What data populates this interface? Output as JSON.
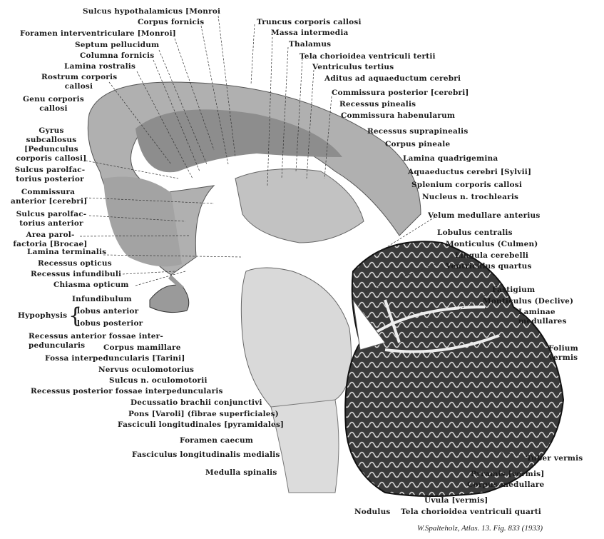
{
  "figure": {
    "caption": "W.Spalteholz, Atlas. 13. Fig. 833 (1933)",
    "labels_left": [
      "Sulcus hypothalamicus [Monroi",
      "Corpus fornicis",
      "Foramen interventriculare [Monroi]",
      "Septum pellucidum",
      "Columna fornicis",
      "Lamina rostralis",
      "Rostrum corporis",
      "callosi",
      "Genu corporis",
      "callosi",
      "Gyrus",
      "subcallosus",
      "[Pedunculus",
      "corporis callosi]",
      "Sulcus parolfac-",
      "torius posterior",
      "Commissura",
      "anterior [cerebri]",
      "Sulcus parolfac-",
      "torius anterior",
      "Area parol-",
      "factoria [Brocae]",
      "Lamina terminalis",
      "Recessus opticus",
      "Recessus infundibuli",
      "Chiasma opticum",
      "Infundibulum",
      "Hypophysis",
      "lobus anterior",
      "lobus posterior",
      "Recessus anterior fossae inter-",
      "peduncularis",
      "Corpus mamillare",
      "Fossa interpeduncularis [Tarini]",
      "Nervus oculomotorius",
      "Sulcus n. oculomotorii",
      "Recessus posterior fossae interpeduncularis"
    ],
    "labels_bottom": [
      "Decussatio brachii conjunctivi",
      "Pons [Varoli] (fibrae superficiales)",
      "Fasciculi longitudinales [pyramidales]",
      "Foramen caecum",
      "Fasciculus longitudinalis medialis",
      "Medulla spinalis",
      "Nodulus",
      "Uvula [vermis]",
      "Tela chorioidea ventriculi quarti",
      "Corpus medullare",
      "Pyramis [vermis]",
      "Tuber vermis"
    ],
    "labels_right": [
      "Truncus corporis callosi",
      "Massa intermedia",
      "Thalamus",
      "Tela chorioidea ventriculi tertii",
      "Ventriculus tertius",
      "Aditus ad aquaeductum cerebri",
      "Commissura posterior [cerebri]",
      "Recessus pinealis",
      "Commissura habenularum",
      "Recessus suprapinealis",
      "Corpus pineale",
      "Lamina quadrigemina",
      "Aquaeductus cerebri [Sylvii]",
      "Splenium corporis callosi",
      "Nucleus n. trochlearis",
      "Velum medullare anterius",
      "Lobulus centralis",
      "Monticulus (Culmen)",
      "Lingula cerebelli",
      "Ventriculus quartus",
      "Fastigium",
      "Monticulus (Declive)",
      "Laminae",
      "medullares",
      "Folium",
      "vermis"
    ]
  },
  "colors": {
    "ink": "#1a1a1a",
    "tissue_light": "#c9c9c9",
    "tissue_mid": "#8a8a8a",
    "tissue_dark": "#2e2e2e"
  }
}
